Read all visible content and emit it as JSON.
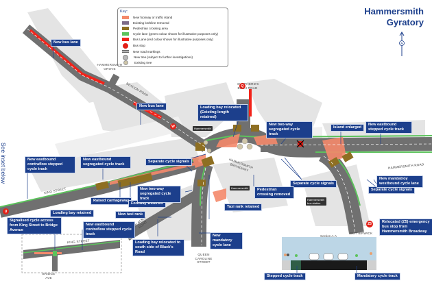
{
  "title": {
    "line1": "Hammersmith",
    "line2": "Gyratory"
  },
  "north_arrow": {
    "label": "N",
    "icon": "north-arrow-icon"
  },
  "side_note": "See inset below",
  "legend": {
    "title": "Key:",
    "items": [
      {
        "label": "New footway or traffic island",
        "color": "#f4896b"
      },
      {
        "label": "Existing kerbline removed",
        "color": "#7d6b88"
      },
      {
        "label": "Pedestrian crossing area",
        "color": "#8e6f22"
      },
      {
        "label": "Cycle lane (green colour shown for illustrative purposes only)",
        "color": "#5cc35c"
      },
      {
        "label": "Bus Lane (red colour shown for illustrative purposes only)",
        "color": "#f2231a"
      },
      {
        "label": "Bus stop",
        "color": "#e32017"
      },
      {
        "label": "New road markings",
        "color": "#666666"
      },
      {
        "label": "New tree (subject to further investigations)",
        "color": "#b8b8b8"
      },
      {
        "label": "Existing tree",
        "color": "#cfc6a8"
      }
    ]
  },
  "road_names": {
    "hammersmith_grove": "HAMMERSMITH GROVE",
    "beadon_road": "BEADON ROAD",
    "shepherds_bush_road": "SHEPHERD'S BUSH ROAD",
    "king_street": "KING STREET",
    "hammersmith_broadway": "HAMMERSMITH BROADWAY",
    "hammersmith_road": "HAMMERSMITH ROAD",
    "blacks_road": "BLACK'S ROAD",
    "queen_caroline_street": "QUEEN CAROLINE STREET",
    "butterwick": "BUTTERWICK",
    "bridge_ave": "BRIDGE AVE",
    "inset_king_street": "KING STREET"
  },
  "stations": {
    "hammersmith_1": "Hammersmith",
    "hammersmith_2": "Hammersmith",
    "bus_station": "Hammersmith bus station"
  },
  "bus_stops": {
    "stop_q": "Q",
    "stop_w": "W",
    "stop_u": "U",
    "stop_z5": "Z5"
  },
  "callouts": [
    {
      "id": "new-bus-lane-1",
      "text": "New bus lane"
    },
    {
      "id": "new-bus-lane-2",
      "text": "New bus lane"
    },
    {
      "id": "loading-bay-relocated",
      "text": "Loading bay relocated (Existing length retained)"
    },
    {
      "id": "two-way-seg-cycle-track-1",
      "text": "New two-way segregated cycle track"
    },
    {
      "id": "island-enlarged",
      "text": "Island enlarged"
    },
    {
      "id": "eastbound-stepped-cycle-track",
      "text": "New eastbound stepped cycle track"
    },
    {
      "id": "eastbound-contraflow-stepped-1",
      "text": "New eastbound contraflow stepped cycle track"
    },
    {
      "id": "eastbound-segregated",
      "text": "New eastbound segregated cycle track"
    },
    {
      "id": "separate-cycle-signals-1",
      "text": "Separate cycle signals"
    },
    {
      "id": "separate-cycle-signals-2",
      "text": "Separate cycle signals"
    },
    {
      "id": "separate-cycle-signals-3",
      "text": "Separate cycle signals"
    },
    {
      "id": "new-mandatory-westbound",
      "text": "New mandatroy westbound cycle lane"
    },
    {
      "id": "raised-carriageway",
      "text": "Raised carriageway"
    },
    {
      "id": "footway-widened",
      "text": "Footway widened"
    },
    {
      "id": "two-way-seg-cycle-track-2",
      "text": "New two-way segregated cycle track"
    },
    {
      "id": "pedestrian-crossing-removed",
      "text": "Pedestrian crossing removed"
    },
    {
      "id": "taxi-rank-retained",
      "text": "Taxi rank retained"
    },
    {
      "id": "new-taxi-rank",
      "text": "New taxi rank"
    },
    {
      "id": "loading-bay-retained",
      "text": "Loading bay retained"
    },
    {
      "id": "signalised-cycle-access",
      "text": "Signalised cycle access from King Street to Bridge Avenue"
    },
    {
      "id": "eastbound-contraflow-stepped-2",
      "text": "New eastbound contraflow stepped cycle track"
    },
    {
      "id": "loading-bay-blacks-road",
      "text": "Loading bay relocated to south side of Black's Road"
    },
    {
      "id": "new-mandatory-cycle-lane",
      "text": "New mandatory cycle lane"
    },
    {
      "id": "relocated-z5",
      "text": "Relocated (Z5) emergency bus stop from Hammersmith Broadway"
    },
    {
      "id": "stepped-cycle-track",
      "text": "Stepped cycle track"
    },
    {
      "id": "mandatory-cycle-track",
      "text": "Mandatory cycle track"
    }
  ],
  "section": {
    "title": "Section A-A"
  }
}
